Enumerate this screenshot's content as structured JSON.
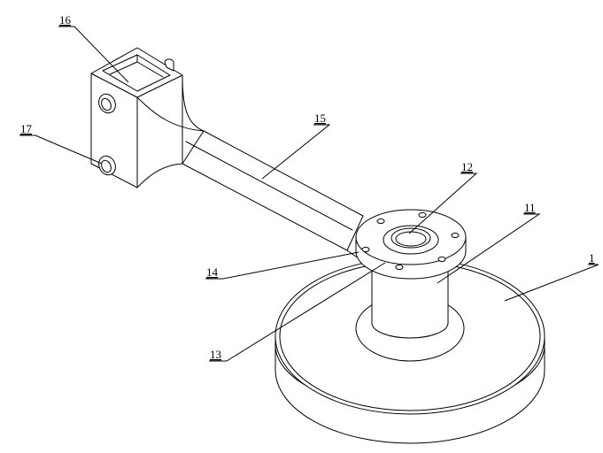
{
  "callouts": {
    "c16": "16",
    "c17": "17",
    "c15": "15",
    "c12": "12",
    "c11": "11",
    "c1": "1",
    "c14": "14",
    "c13": "13"
  }
}
